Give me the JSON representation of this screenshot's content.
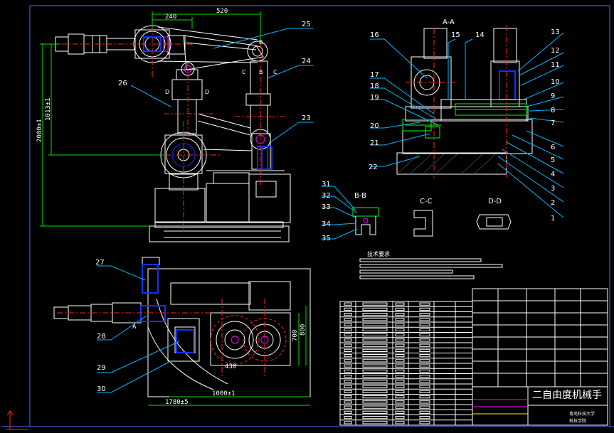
{
  "drawing": {
    "title": "二自由度机械手",
    "colors": {
      "background": "#000000",
      "outline": "#ffffff",
      "centerline": "#ff2020",
      "dimension": "#00e000",
      "leader": "#00b7ff",
      "hatch": "#00ff00",
      "part_blue": "#1030ff",
      "accent_magenta": "#ff00ff",
      "border": "#4a6bff",
      "yellow": "#ffff00"
    },
    "dimensions": {
      "top_240": "240",
      "top_520": "520",
      "left_total": "2000±1",
      "left_inner": "1013±1",
      "bottom_1000": "1000±1",
      "bottom_1780": "1780±5",
      "right_700": "700",
      "right_800": "800",
      "angle_430": "430",
      "view_mark_a": "A"
    },
    "section_labels": {
      "aa": "A-A",
      "bb": "B-B",
      "cc": "C-C",
      "dd": "D-D",
      "mark_b": "B",
      "mark_c": "C",
      "mark_d": "D"
    },
    "part_numbers_left": [
      "25",
      "24",
      "26",
      "23"
    ],
    "part_numbers_section_top": [
      "16",
      "15",
      "14",
      "13",
      "12",
      "11",
      "10",
      "9",
      "8",
      "7",
      "6",
      "5",
      "4",
      "3",
      "2",
      "1"
    ],
    "part_numbers_section_left": [
      "17",
      "18",
      "19",
      "20",
      "21",
      "22"
    ],
    "part_numbers_bb": [
      "31",
      "32",
      "33",
      "34",
      "35"
    ],
    "part_numbers_bottom": [
      "27",
      "28",
      "29",
      "30"
    ],
    "tech_requirements_title": "技术要求",
    "title_block": {
      "school_line1": "青岛科技大学",
      "school_line2": "科技学院"
    }
  }
}
